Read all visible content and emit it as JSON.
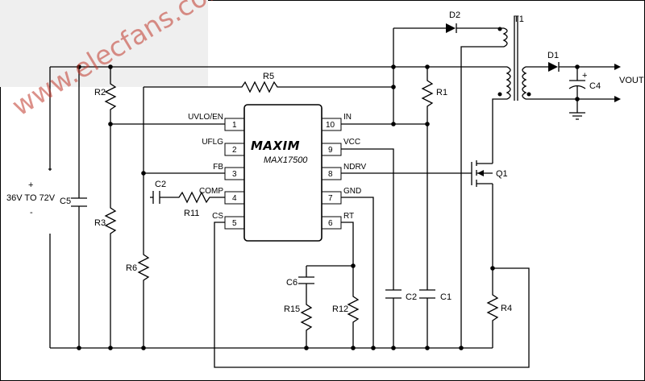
{
  "watermark": "www.elecfans.com",
  "ic": {
    "logo": "MAXIM",
    "part": "MAX17500",
    "pins": [
      {
        "num": "1",
        "name": "UVLO/EN"
      },
      {
        "num": "2",
        "name": "UFLG"
      },
      {
        "num": "3",
        "name": "FB"
      },
      {
        "num": "4",
        "name": "COMP"
      },
      {
        "num": "5",
        "name": "CS"
      },
      {
        "num": "10",
        "name": "IN"
      },
      {
        "num": "9",
        "name": "VCC"
      },
      {
        "num": "8",
        "name": "NDRV"
      },
      {
        "num": "7",
        "name": "GND"
      },
      {
        "num": "6",
        "name": "RT"
      }
    ]
  },
  "components": {
    "r1": "R1",
    "r2": "R2",
    "r3": "R3",
    "r4": "R4",
    "r5": "R5",
    "r6": "R6",
    "r11": "R11",
    "r12": "R12",
    "r15": "R15",
    "c1": "C1",
    "c2_top": "C2",
    "c2_bottom": "C2",
    "c4": "C4",
    "c5": "C5",
    "c6": "C6",
    "d1": "D1",
    "d2": "D2",
    "t1": "T1",
    "q1": "Q1"
  },
  "labels": {
    "plus": "+",
    "minus": "-",
    "input_voltage": "36V TO 72V",
    "vout": "VOUT",
    "c4_plus": "+"
  }
}
